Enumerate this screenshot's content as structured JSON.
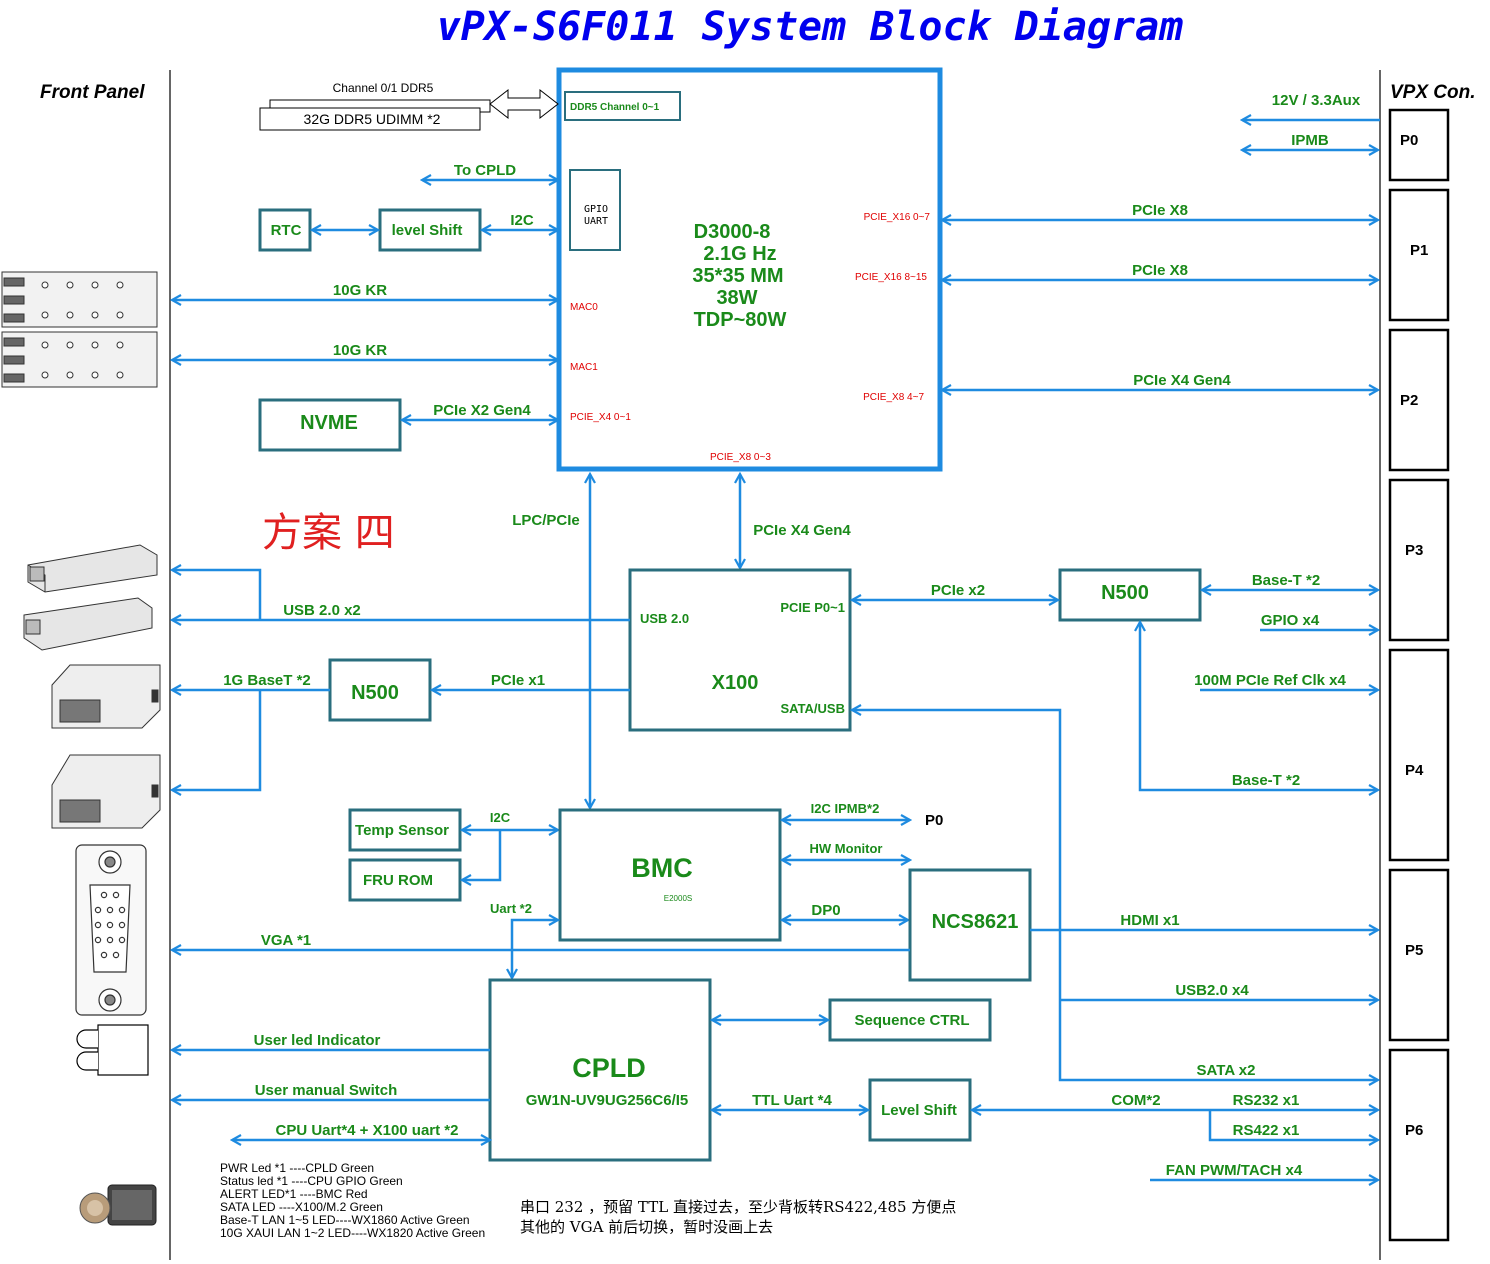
{
  "title": "vPX-S6F011 System Block Diagram",
  "front_panel": "Front Panel",
  "vpx_con": "VPX Con.",
  "plan_label": "方案 四",
  "soc": {
    "channel_label": "DDR5 Channel 0~1",
    "gpio": "GPIO",
    "uart": "UART",
    "line1": "D3000-8",
    "line2": "2.1G Hz",
    "line3": "35*35 MM",
    "line4": "38W",
    "line5": "TDP~80W",
    "mac0": "MAC0",
    "mac1": "MAC1",
    "pcie_x4": "PCIE_X4 0~1",
    "pcie_x8_03": "PCIE_X8 0~3",
    "pcie_x16_07": "PCIE_X16 0~7",
    "pcie_x16_815": "PCIE_X16 8~15",
    "pcie_x8_47": "PCIE_X8 4~7"
  },
  "memory": {
    "channel": "Channel 0/1 DDR5",
    "dimm": "32G  DDR5 UDIMM *2"
  },
  "left_blocks": {
    "rtc": "RTC",
    "level_shift": "level Shift",
    "nvme": "NVME",
    "temp_sensor": "Temp Sensor",
    "fru_rom": "FRU ROM",
    "n500": "N500"
  },
  "x100": {
    "name": "X100",
    "usb": "USB 2.0",
    "pcie": "PCIE P0~1",
    "sata": "SATA/USB"
  },
  "n500_right": "N500",
  "bmc": {
    "name": "BMC",
    "sub": "E2000S"
  },
  "ncs": "NCS8621",
  "cpld": {
    "name": "CPLD",
    "sub": "GW1N-UV9UG256C6/I5"
  },
  "seq_ctrl": "Sequence CTRL",
  "level_shift2": "Level Shift",
  "labels": {
    "to_cpld": "To CPLD",
    "i2c": "I2C",
    "kr1": "10G KR",
    "kr2": "10G KR",
    "pcie_x2_gen4": "PCIe X2 Gen4",
    "lpc": "LPC/PCIe",
    "pcie_x4_gen4_mid": "PCIe X4 Gen4",
    "usb20x2": "USB 2.0 x2",
    "gbaset": "1G BaseT *2",
    "pcie_x1": "PCIe x1",
    "pcie_x2": "PCIe x2",
    "i2c2": "I2C",
    "i2c_ipmb": "I2C IPMB*2",
    "p0_small": "P0",
    "hw_monitor": "HW Monitor",
    "uart2": "Uart *2",
    "dp0": "DP0",
    "vga": "VGA *1",
    "user_led": "User led Indicator",
    "user_switch": "User manual Switch",
    "cpu_uart": "CPU Uart*4 + X100 uart *2",
    "ttl_uart": "TTL Uart *4",
    "v12": "12V / 3.3Aux",
    "ipmb": "IPMB",
    "pcie_x8a": "PCIe X8",
    "pcie_x8b": "PCIe X8",
    "pcie_x4_gen4": "PCIe X4 Gen4",
    "baset2a": "Base-T *2",
    "gpio4": "GPIO x4",
    "refclk": "100M PCIe Ref Clk x4",
    "baset2b": "Base-T *2",
    "hdmi": "HDMI x1",
    "usb20x4": "USB2.0  x4",
    "sata2": "SATA  x2",
    "com2": "COM*2",
    "rs232": "RS232 x1",
    "rs422": "RS422 x1",
    "fan": "FAN PWM/TACH x4"
  },
  "connectors": [
    "P0",
    "P1",
    "P2",
    "P3",
    "P4",
    "P5",
    "P6"
  ],
  "led_notes": [
    "PWR Led *1 ----CPLD  Green",
    "Status led *1 ----CPU GPIO  Green",
    "ALERT LED*1 ----BMC  Red",
    "SATA LED ----X100/M.2  Green",
    "Base-T LAN 1~5 LED----WX1860 Active  Green",
    "10G XAUI LAN 1~2 LED----WX1820 Active  Green"
  ],
  "cn_notes": [
    "串口 232 ，预留 TTL 直接过去，至少背板转RS422,485 方便点",
    "其他的 VGA 前后切换，暂时没画上去"
  ]
}
